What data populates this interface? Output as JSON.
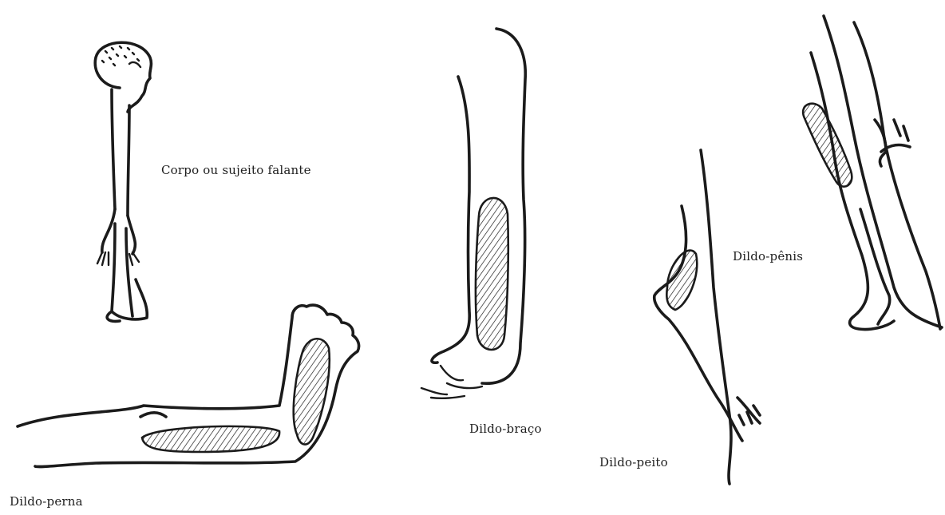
{
  "figure": {
    "labels": {
      "speaking_body": "Corpo ou sujeito falante",
      "dildo_arm": "Dildo-braço",
      "dildo_chest": "Dildo-peito",
      "dildo_penis": "Dildo-pênis",
      "dildo_leg": "Dildo-perna"
    }
  }
}
